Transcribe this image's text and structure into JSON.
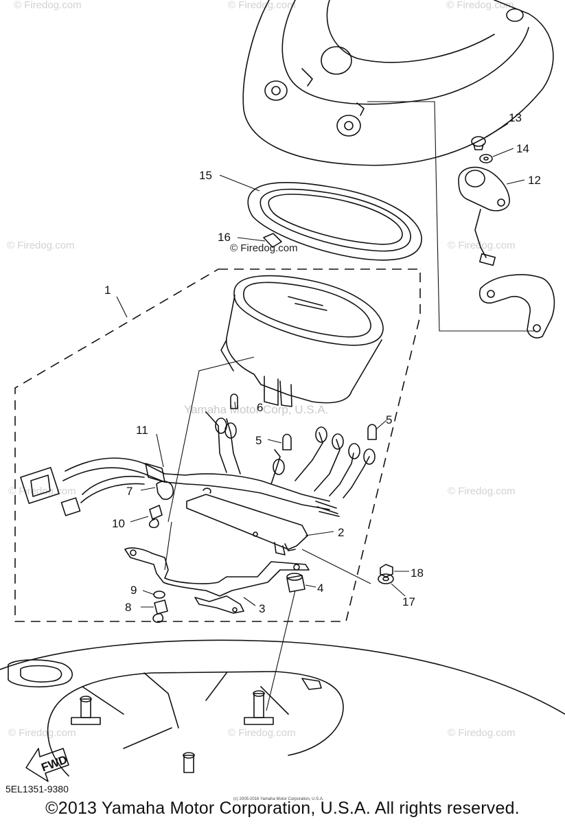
{
  "callouts": [
    "1",
    "2",
    "3",
    "4",
    "5",
    "5",
    "6",
    "7",
    "8",
    "9",
    "10",
    "11",
    "12",
    "13",
    "14",
    "15",
    "16",
    "17",
    "18"
  ],
  "watermarks": {
    "firedog": "© Firedog.com",
    "firedog_inline": "© Firedog.com",
    "yamaha": "Yamaha Motor Corp, U.S.A."
  },
  "fwd_label": "FWD",
  "part_number": "5EL1351-9380",
  "copyright": "©2013 Yamaha Motor Corporation, U.S.A. All rights reserved.",
  "fine_print": "(c) 2005-2016 Yamaha Motor Corporation, U.S.A."
}
